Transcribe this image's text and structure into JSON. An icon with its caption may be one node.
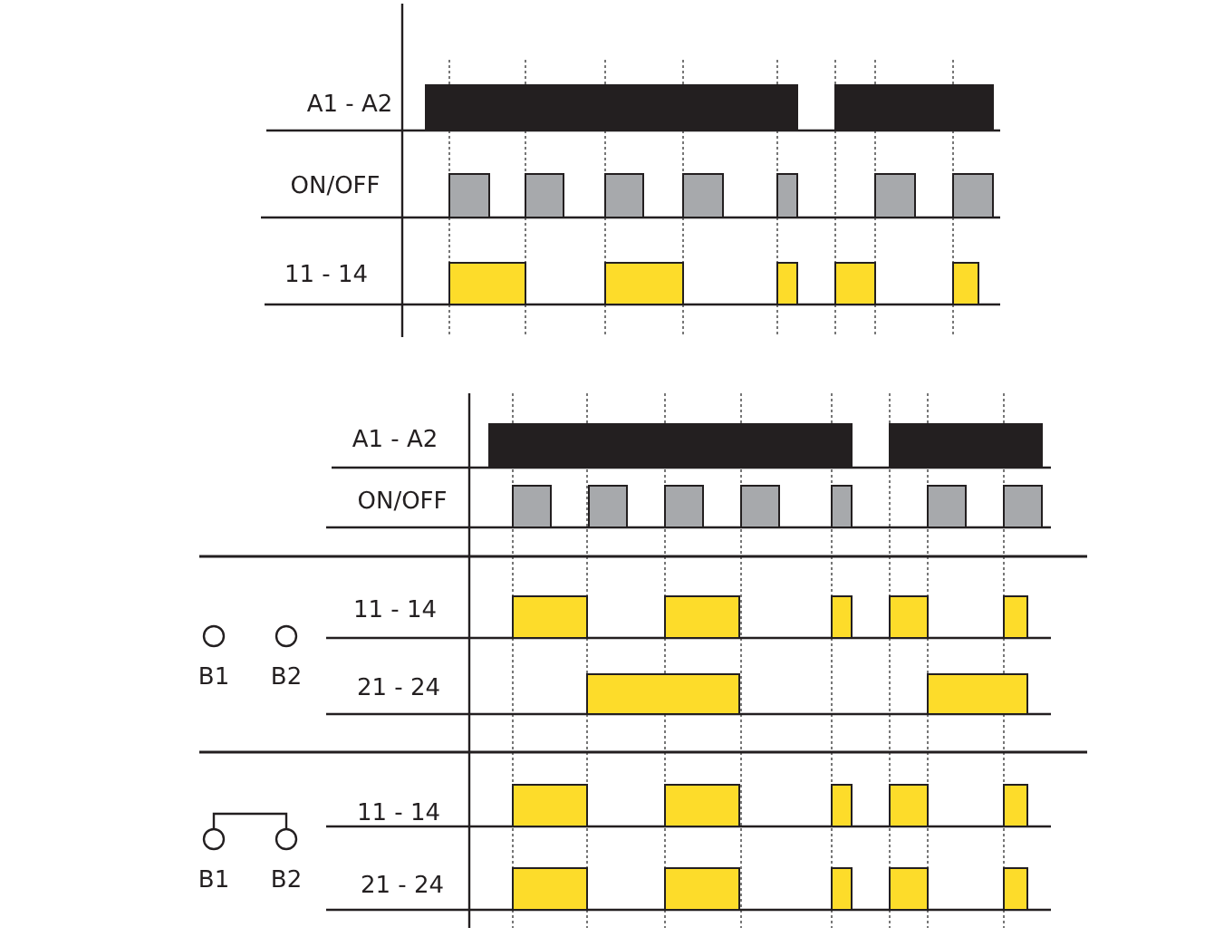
{
  "diagram": {
    "labels": [
      "A1 - A2",
      "ON/OFF",
      "11 - 14",
      "A1 - A2",
      "ON/OFF",
      "11 - 14",
      "B1",
      "B2",
      "21 - 24",
      "11 - 14",
      "B1",
      "B2",
      "21 - 24"
    ]
  }
}
